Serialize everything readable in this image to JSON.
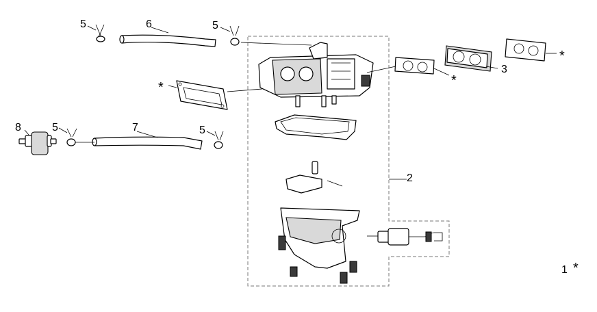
{
  "callouts": {
    "clip_a": "5",
    "hose_upper": "6",
    "clip_b": "5",
    "gasket_stack": "3",
    "clip_c": "5",
    "hose_lower": "7",
    "clip_d": "5",
    "filter": "8",
    "carb_assembly": "2",
    "kit_number": "1"
  },
  "markers": {
    "star_symbol": "*"
  },
  "icons": {
    "carburetor": "carburetor-icon",
    "fuel_filter": "fuel-filter-icon",
    "hose": "hose-icon",
    "clamp": "hose-clamp-icon",
    "gasket": "gasket-icon",
    "solenoid": "fuel-solenoid-icon"
  }
}
